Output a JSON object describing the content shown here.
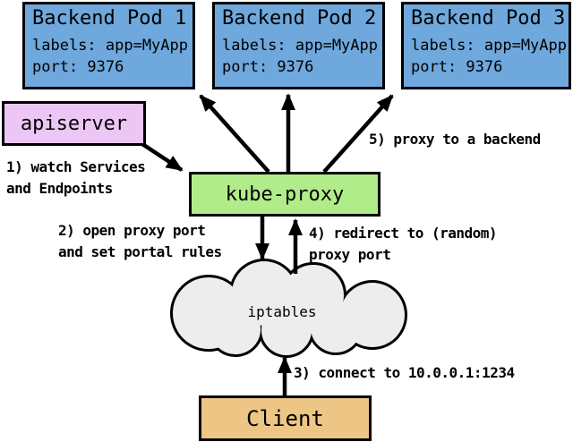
{
  "pods": [
    {
      "title": "Backend Pod 1",
      "labels": "labels: app=MyApp",
      "port": "port: 9376"
    },
    {
      "title": "Backend Pod 2",
      "labels": "labels: app=MyApp",
      "port": "port: 9376"
    },
    {
      "title": "Backend Pod 3",
      "labels": "labels: app=MyApp",
      "port": "port: 9376"
    }
  ],
  "apiserver": {
    "label": "apiserver"
  },
  "kube_proxy": {
    "label": "kube-proxy"
  },
  "iptables": {
    "label": "iptables"
  },
  "client": {
    "label": "Client"
  },
  "annotations": [
    {
      "step": 1,
      "text": "1) watch Services\nand Endpoints"
    },
    {
      "step": 2,
      "text": "2) open proxy port\nand set portal rules"
    },
    {
      "step": 3,
      "text": "3) connect to 10.0.0.1:1234"
    },
    {
      "step": 4,
      "text": "4) redirect to (random)\nproxy port"
    },
    {
      "step": 5,
      "text": "5) proxy to a backend"
    }
  ],
  "colors": {
    "pod_fill": "#6FA8DC",
    "apiserver_fill": "#ECC6F4",
    "kube_proxy_fill": "#B0EC8A",
    "client_fill": "#EDC584",
    "cloud_fill": "#EDEDED",
    "stroke": "#000000"
  }
}
